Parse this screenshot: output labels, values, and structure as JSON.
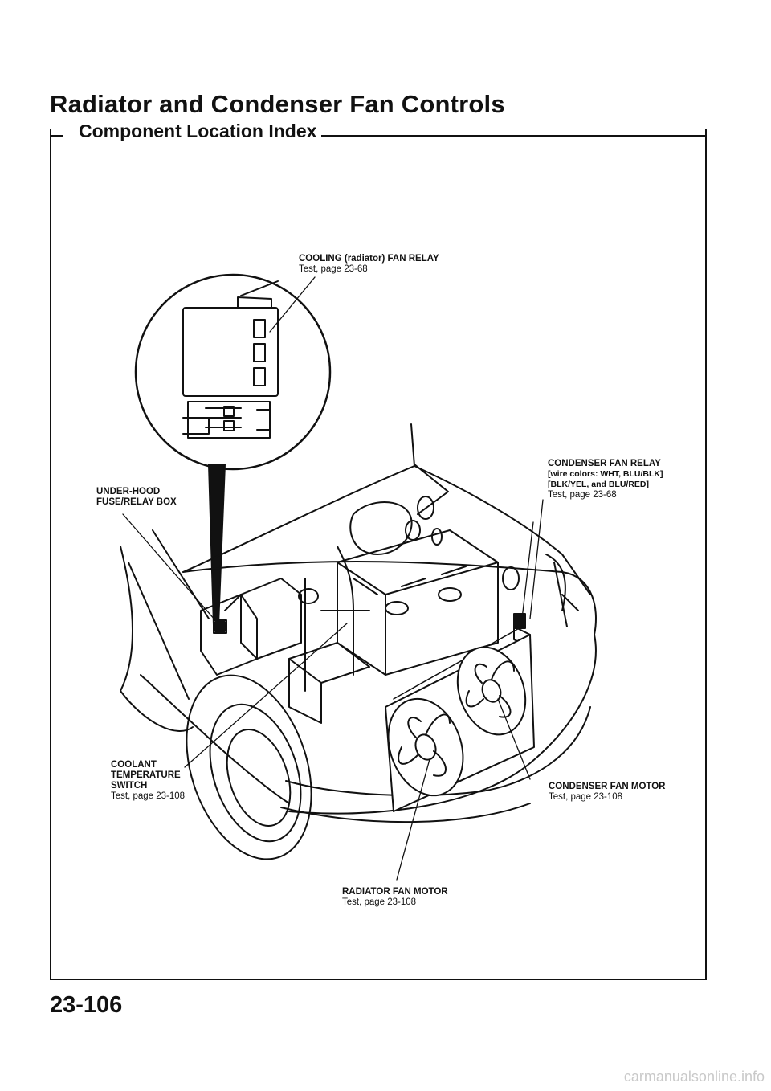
{
  "header": {
    "title": "Radiator and Condenser Fan Controls",
    "subtitle": "Component Location Index"
  },
  "callouts": {
    "cooling_relay": {
      "name": "COOLING (radiator) FAN RELAY",
      "test": "Test, page 23-68"
    },
    "condenser_relay": {
      "name": "CONDENSER FAN RELAY",
      "wire_line1": "wire colors: WHT, BLU/BLK",
      "wire_line2": "BLK/YEL, and BLU/RED",
      "test": "Test, page 23-68"
    },
    "fuse_box": {
      "line1": "UNDER-HOOD",
      "line2": "FUSE/RELAY BOX"
    },
    "coolant_switch": {
      "line1": "COOLANT",
      "line2": "TEMPERATURE",
      "line3": "SWITCH",
      "test": "Test, page 23-108"
    },
    "condenser_motor": {
      "name": "CONDENSER FAN MOTOR",
      "test": "Test, page 23-108"
    },
    "radiator_motor": {
      "name": "RADIATOR FAN MOTOR",
      "test": "Test, page 23-108"
    }
  },
  "footer": {
    "page_number": "23-106"
  },
  "watermark": "carmanualsonline.info"
}
